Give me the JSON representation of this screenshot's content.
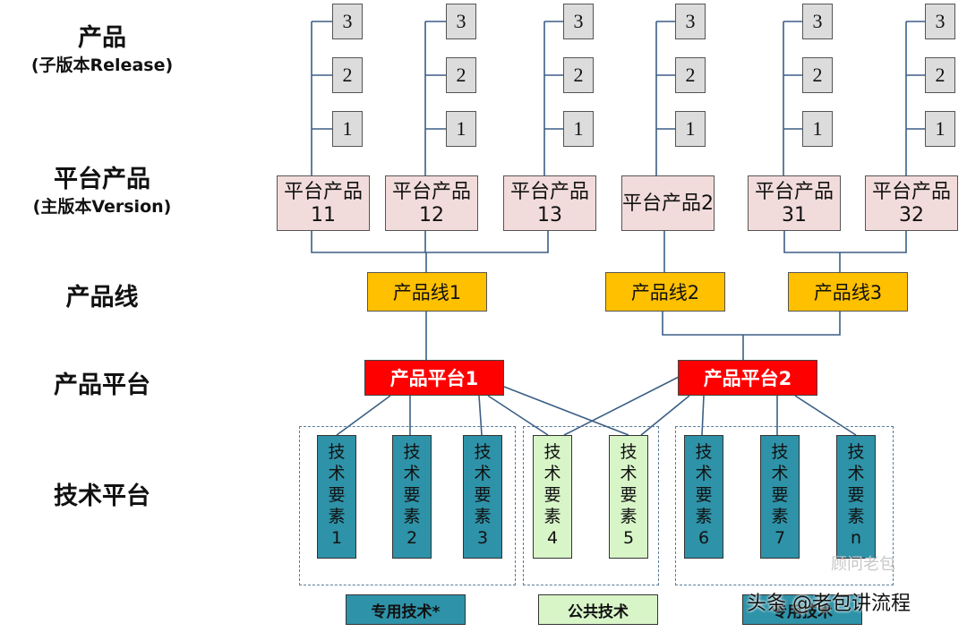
{
  "levels": {
    "release": {
      "main": "产品",
      "sub": "(子版本Release)"
    },
    "version": {
      "main": "平台产品",
      "sub": "(主版本Version)"
    },
    "product_line": {
      "main": "产品线"
    },
    "product_platform": {
      "main": "产品平台"
    },
    "tech_platform": {
      "main": "技术平台"
    }
  },
  "release_labels": [
    "3",
    "2",
    "1"
  ],
  "platform_products": [
    "平台产品11",
    "平台产品12",
    "平台产品13",
    "平台产品2",
    "平台产品31",
    "平台产品32"
  ],
  "product_lines": [
    "产品线1",
    "产品线2",
    "产品线3"
  ],
  "platforms": [
    "产品平台1",
    "产品平台2"
  ],
  "tech_elements": [
    "技术要素1",
    "技术要素2",
    "技术要素3",
    "技术要素4",
    "技术要素5",
    "技术要素6",
    "技术要素7",
    "技术要素n"
  ],
  "categories": [
    "专用技术*",
    "公共技术",
    "专用技术"
  ],
  "watermark": {
    "faint": "顾问老包",
    "text": "头条 @老包讲流程"
  },
  "colors": {
    "release_fill": "#dcdcdc",
    "version_fill": "#f2dcdb",
    "product_line_fill": "#ffc000",
    "platform_fill": "#ff0000",
    "dedicated_tech_fill": "#2e92a8",
    "common_tech_fill": "#d8f5c8",
    "connector": "#3b5f85"
  }
}
